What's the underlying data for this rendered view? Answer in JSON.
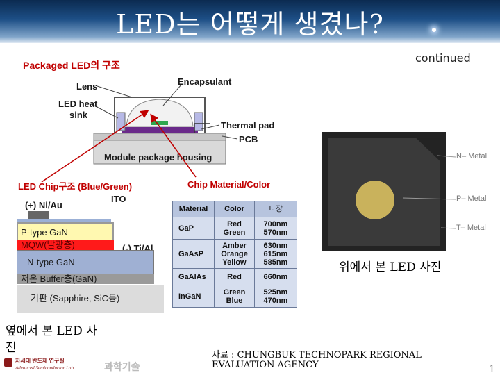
{
  "title": "LED는 어떻게 생겼나?",
  "continued": "continued",
  "packaged_title": "Packaged LED의 구조",
  "labels": {
    "lens": "Lens",
    "encapsulant": "Encapsulant",
    "heat_sink_1": "LED heat",
    "heat_sink_2": "sink",
    "thermal_pad": "Thermal pad",
    "pcb": "PCB",
    "housing": "Module package housing"
  },
  "chip_title": "LED Chip구조 (Blue/Green)",
  "chip": {
    "ni_au": "(+) Ni/Au",
    "ito": "ITO",
    "ptype": "P-type GaN",
    "mqw": "MQW(발광층)",
    "ti_al": "(-) Ti/Al",
    "ntype": "N-type GaN",
    "buffer": "저온 Buffer층(GaN)",
    "substrate": "기판 (Sapphire, SiC등)"
  },
  "material_title": "Chip Material/Color",
  "table": {
    "headers": [
      "Material",
      "Color",
      "파장"
    ],
    "rows": [
      {
        "material": "GaP",
        "colors": [
          "Red",
          "Green"
        ],
        "wavelengths": [
          "700nm",
          "570nm"
        ]
      },
      {
        "material": "GaAsP",
        "colors": [
          "Amber",
          "Orange",
          "Yellow"
        ],
        "wavelengths": [
          "630nm",
          "615nm",
          "585nm"
        ]
      },
      {
        "material": "GaAlAs",
        "colors": [
          "Red"
        ],
        "wavelengths": [
          "660nm"
        ]
      },
      {
        "material": "InGaN",
        "colors": [
          "Green",
          "Blue"
        ],
        "wavelengths": [
          "525nm",
          "470nm"
        ]
      }
    ]
  },
  "photo_labels": {
    "n_metal": "N– Metal",
    "p_metal": "P– Metal",
    "t_metal": "T– Metal"
  },
  "top_caption": "위에서 본 LED 사진",
  "side_caption_1": "옆에서 본 LED 사",
  "side_caption_2": "진",
  "source_1": "자료 : CHUNGBUK TECHNOPARK REGIONAL",
  "source_2": "EVALUATION AGENCY",
  "logo_left": "차세대 반도체 연구실",
  "logo_left_sub": "Advanced Semiconductor Lab",
  "logo_right": "과학기술",
  "page_number": "1",
  "colors": {
    "accent_red": "#c00000",
    "header_dark": "#0b2a50"
  }
}
